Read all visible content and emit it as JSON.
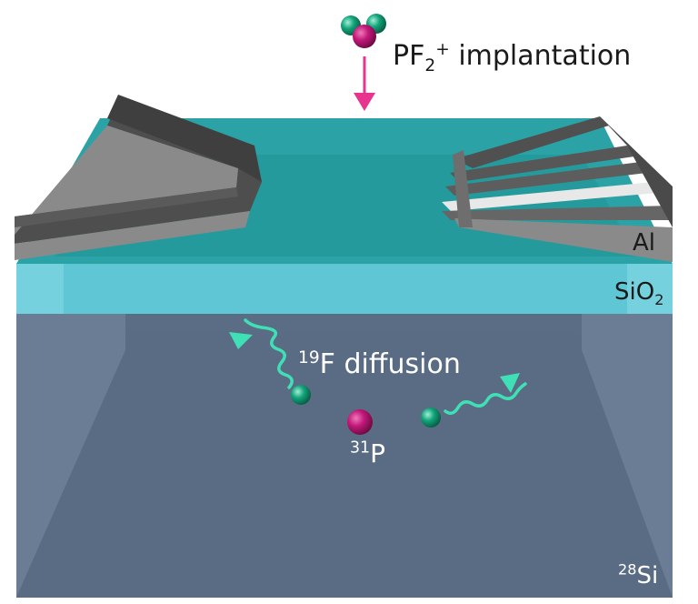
{
  "labels": {
    "implantation": {
      "base": "PF",
      "sub": "2",
      "sup": "+",
      "rest": " implantation"
    },
    "aluminium": "Al",
    "oxide": {
      "base": "SiO",
      "sub": "2"
    },
    "fluorine": {
      "sup": "19",
      "rest": "F diffusion"
    },
    "phosphorus": {
      "sup": "31",
      "rest": "P"
    },
    "silicon": {
      "sup": "28",
      "rest": "Si"
    }
  },
  "colors": {
    "phosphorus": "#c2187a",
    "fluorine": "#13a37a",
    "arrow": "#e6348f",
    "diffusion_arrow": "#3fe0b6",
    "oxide": "#5ec6d4",
    "aluminium": "#6f6f6f",
    "silicon": "#5d7088"
  }
}
